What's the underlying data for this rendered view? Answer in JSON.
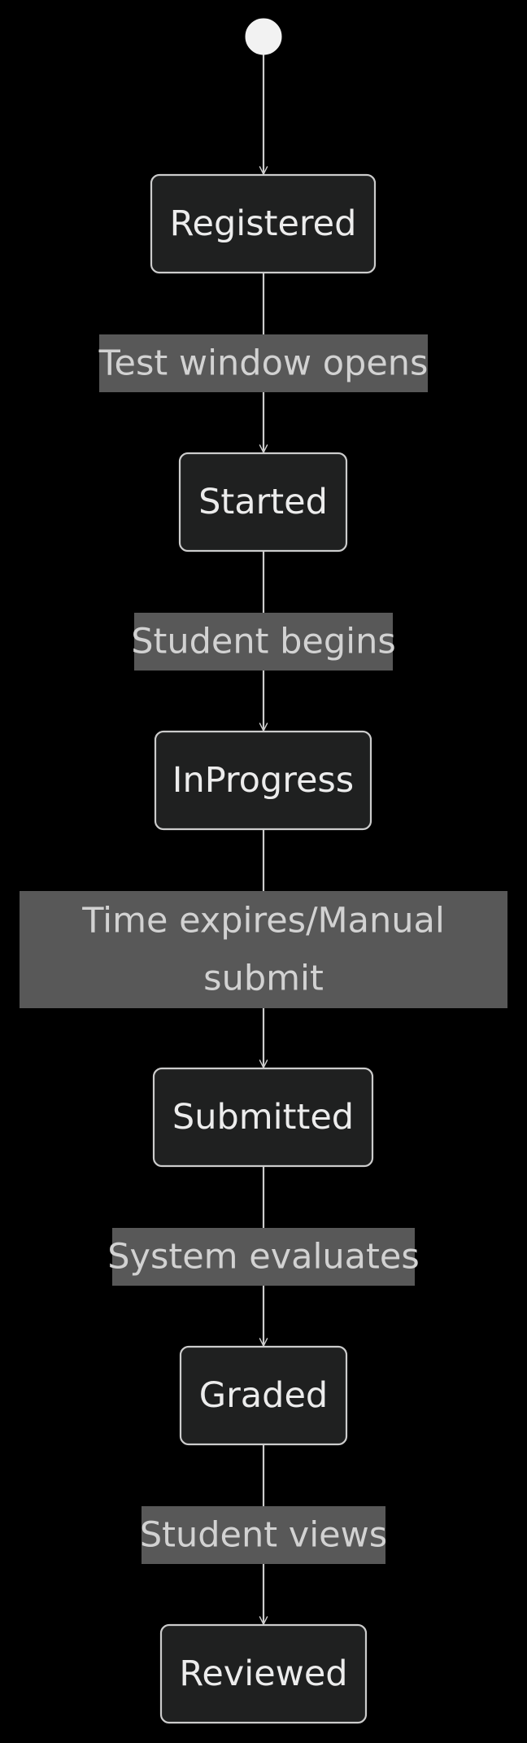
{
  "diagram": {
    "type": "state-diagram",
    "colors": {
      "background": "#000000",
      "state_fill": "#1f2020",
      "state_stroke": "#cccccc",
      "state_text": "#ececec",
      "edge": "#cccccc",
      "edge_label_fill": "#585858",
      "edge_label_text": "#d2d2d2",
      "start_node": "#f2f2f2"
    },
    "states": [
      {
        "id": "registered",
        "label": "Registered"
      },
      {
        "id": "started",
        "label": "Started"
      },
      {
        "id": "inprogress",
        "label": "InProgress"
      },
      {
        "id": "submitted",
        "label": "Submitted"
      },
      {
        "id": "graded",
        "label": "Graded"
      },
      {
        "id": "reviewed",
        "label": "Reviewed"
      }
    ],
    "transitions": [
      {
        "from": "start",
        "to": "registered",
        "lines": []
      },
      {
        "from": "registered",
        "to": "started",
        "lines": [
          "Test window opens"
        ]
      },
      {
        "from": "started",
        "to": "inprogress",
        "lines": [
          "Student begins"
        ]
      },
      {
        "from": "inprogress",
        "to": "submitted",
        "lines": [
          "Time expires/Manual",
          "submit"
        ]
      },
      {
        "from": "submitted",
        "to": "graded",
        "lines": [
          "System evaluates"
        ]
      },
      {
        "from": "graded",
        "to": "reviewed",
        "lines": [
          "Student views"
        ]
      }
    ]
  }
}
